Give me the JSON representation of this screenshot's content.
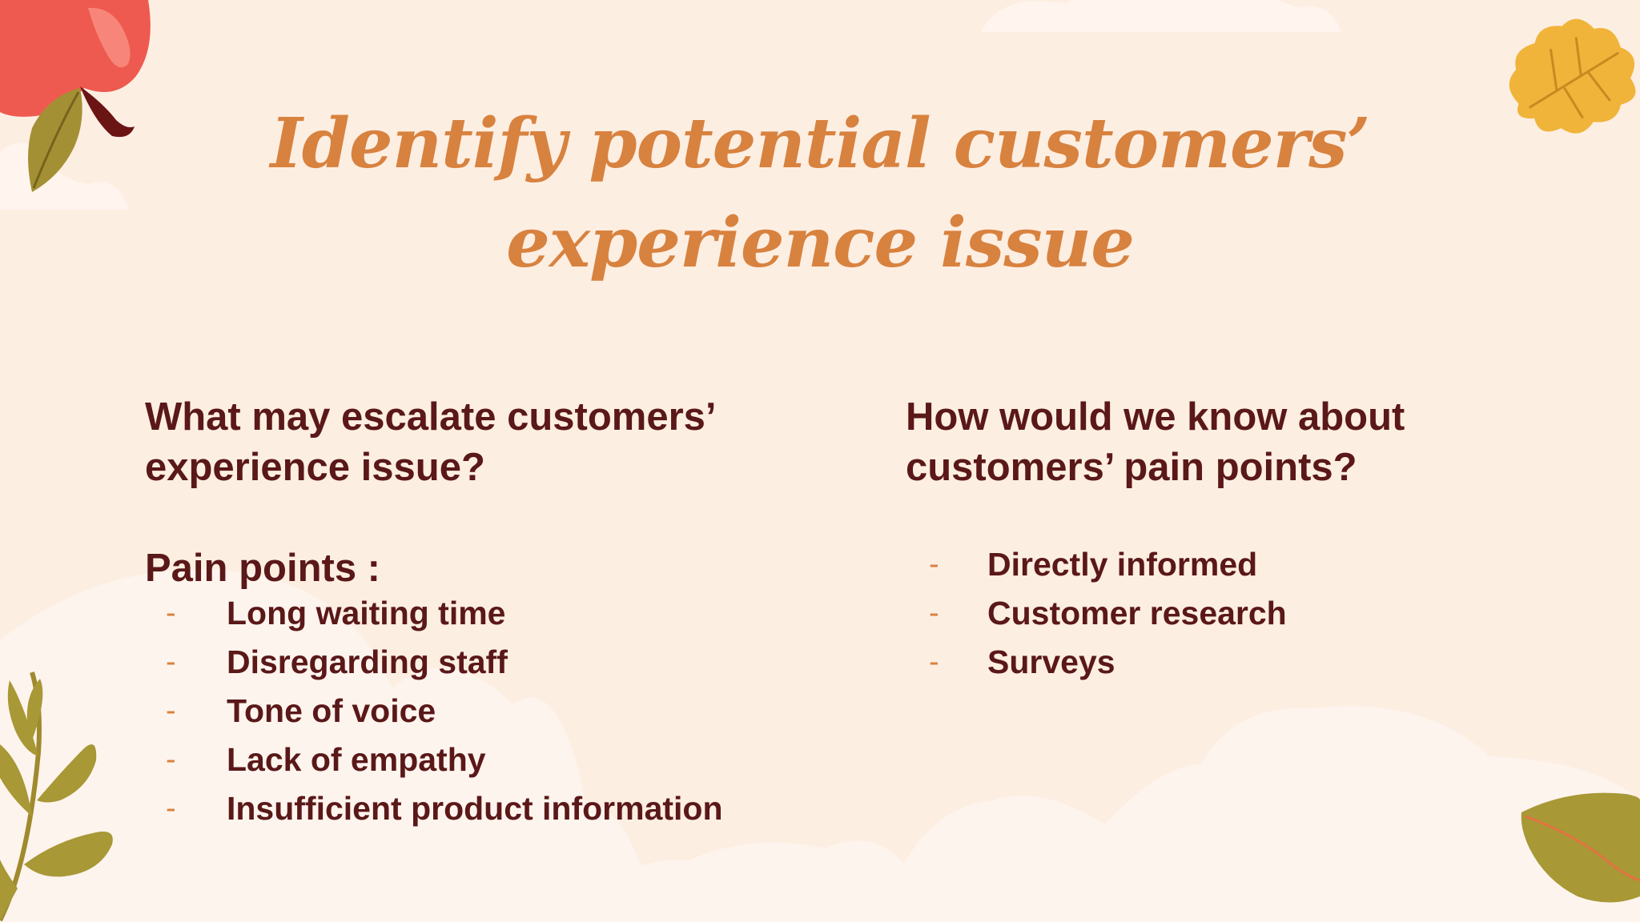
{
  "slide": {
    "title_lines": [
      "Identify potential customers’",
      "experience issue"
    ],
    "left": {
      "question_lines": [
        "What may escalate customers’",
        "experience issue?"
      ],
      "subheading": "Pain points :",
      "items": [
        "Long waiting time",
        "Disregarding staff",
        "Tone of voice",
        "Lack of empathy",
        "Insufficient product information"
      ]
    },
    "right": {
      "question_lines": [
        "How would we know about",
        "customers’ pain points?"
      ],
      "items": [
        "Directly informed",
        "Customer research",
        "Surveys"
      ]
    },
    "bullet_marker": "-"
  },
  "colors": {
    "background": "#fdeee2",
    "title": "#d8823f",
    "body_text": "#5a1818",
    "bullet": "#d8823f"
  },
  "decorations": [
    "apple-icon",
    "oak-leaf-icon",
    "branch-leaves-icon",
    "leaf-icon",
    "clouds"
  ]
}
